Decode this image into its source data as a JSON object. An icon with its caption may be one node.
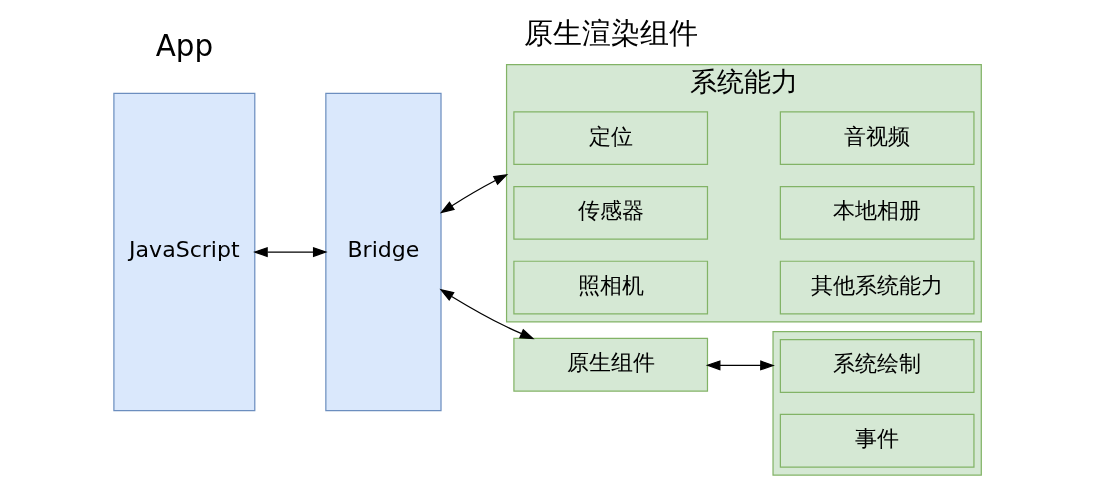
{
  "diagram": {
    "nodes": [
      {
        "text": [
          "JavaScript"
        ]
      },
      {
        "text": [
          "Bridge"
        ]
      },
      {
        "text": [
          "原生组件"
        ]
      },
      {
        "text": [],
        "shape": "box"
      },
      {
        "text": [
          "系统绘制"
        ],
        "in": 3
      },
      {
        "text": [
          "事件"
        ],
        "in": 3
      },
      {
        "text": [
          "系统能力"
        ]
      },
      {
        "text": [
          "定位"
        ],
        "in": 6
      },
      {
        "text": [
          "音视频"
        ],
        "in": 6
      },
      {
        "text": [
          "传感器"
        ],
        "in": 6
      },
      {
        "text": [
          "本地相册"
        ],
        "in": 6
      },
      {
        "text": [
          "照相机"
        ],
        "in": 6
      },
      {
        "text": [
          "其他系统能力"
        ],
        "in": 6
      }
    ],
    "edges": [
      {
        "from": 0,
        "to": 1,
        "arrow": "both"
      },
      {
        "from": 1,
        "to": 2,
        "arrow": "both"
      },
      {
        "from": 2,
        "to": 3,
        "arrow": "both"
      },
      {
        "from": 1,
        "to": 6,
        "arrow": "both"
      }
    ],
    "labels": [
      "App",
      "原生渲染组件"
    ]
  }
}
